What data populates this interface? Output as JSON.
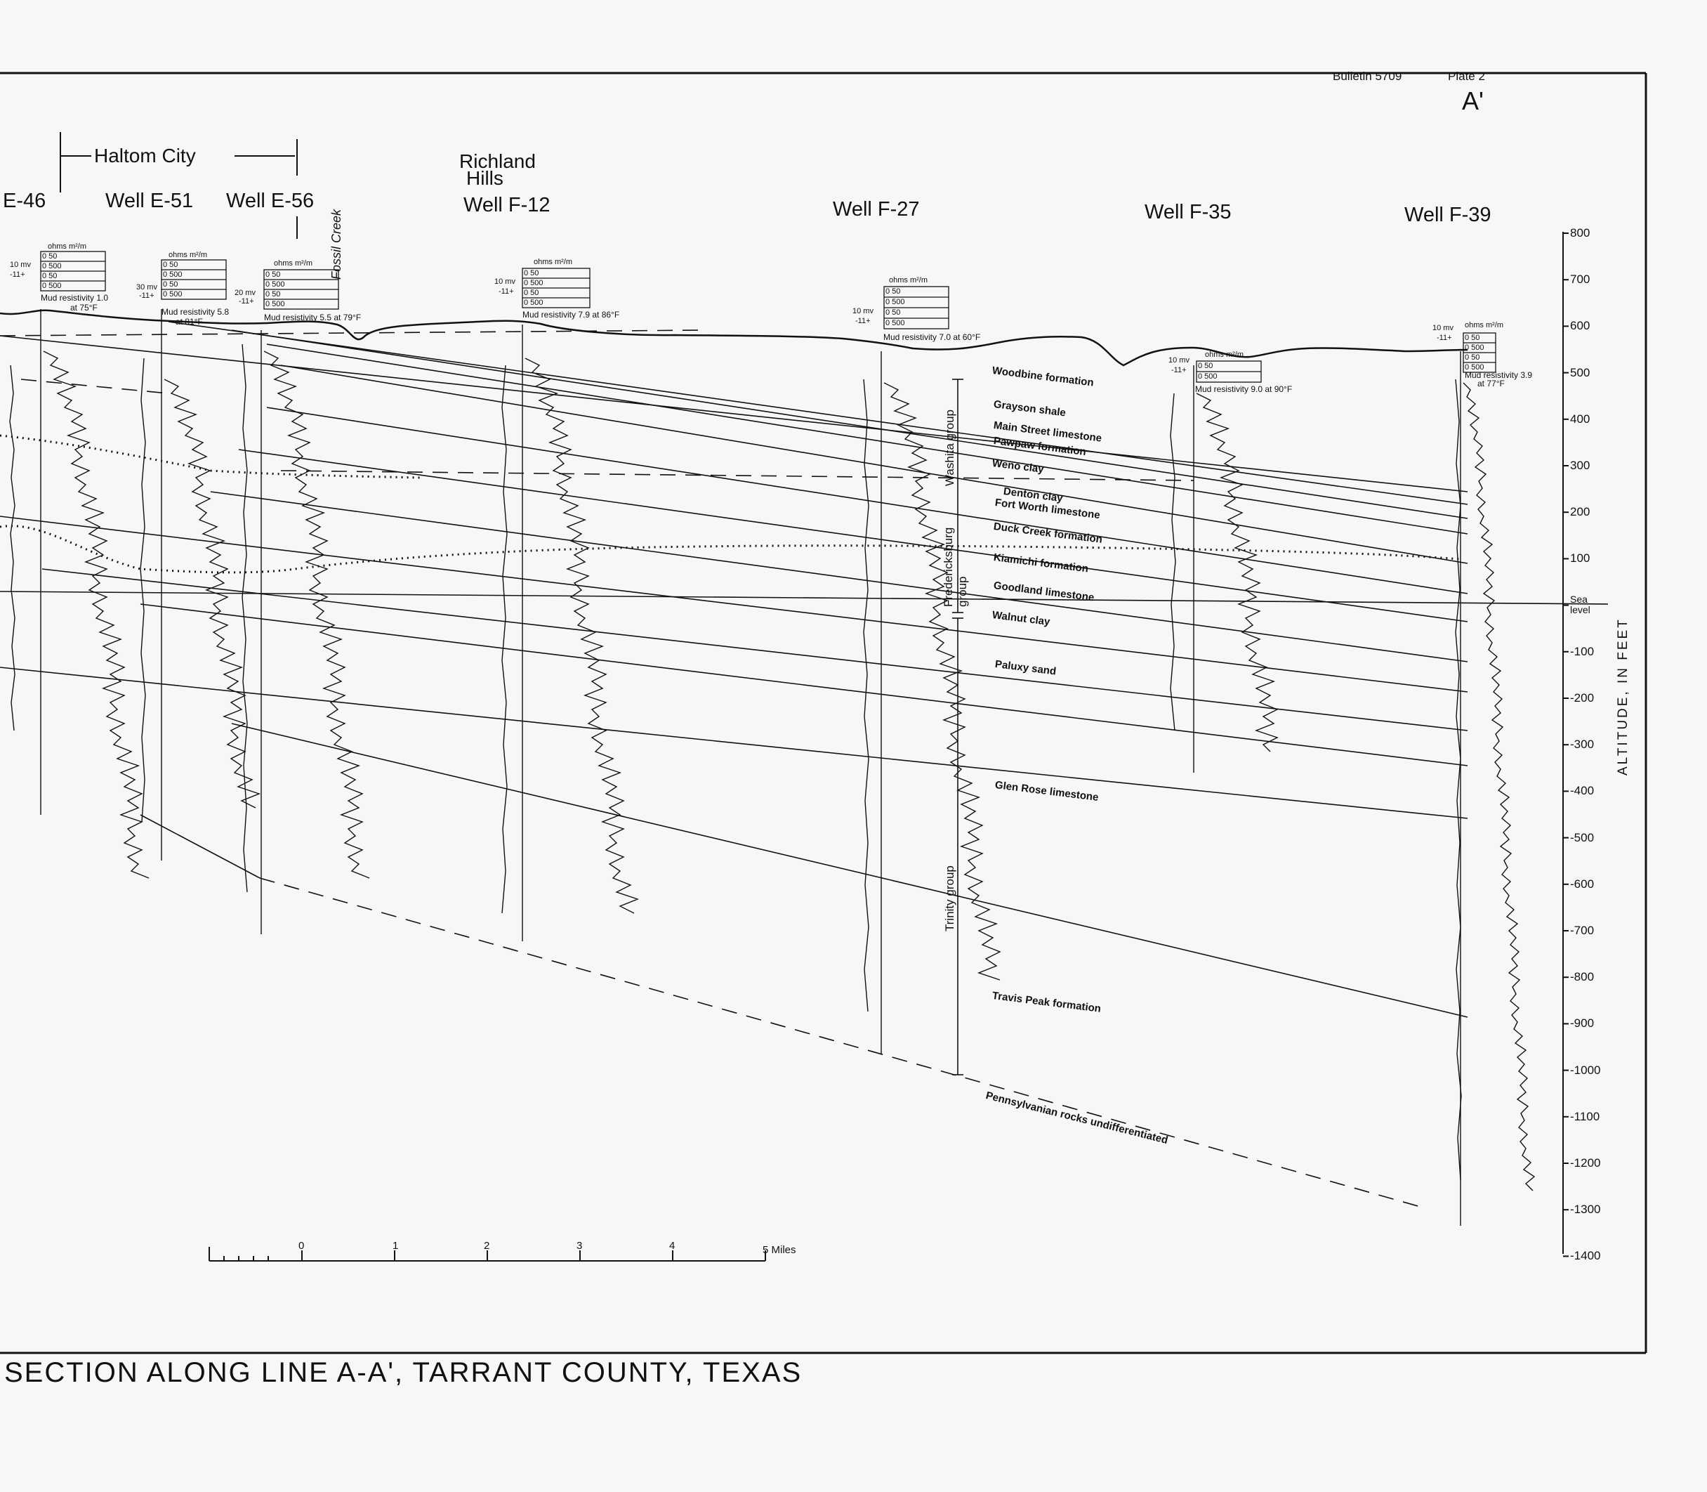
{
  "header": {
    "bulletin": "Bulletin 5709",
    "plate": "Plate 2",
    "section_end": "A'"
  },
  "towns": {
    "haltom": "Haltom City",
    "richland_1": "Richland",
    "richland_2": "Hills"
  },
  "wells": [
    {
      "id": "e46",
      "name": "E-46",
      "mv": [
        "10 mv",
        "-11+"
      ],
      "scales": [
        "0 50",
        "0 500",
        "0 50",
        "0 500"
      ],
      "mud": "Mud resistivity 1.0",
      "mud_temp": "at 75°F"
    },
    {
      "id": "e51",
      "name": "Well E-51",
      "mv": [
        "30 mv",
        "-11+"
      ],
      "scales": [
        "0 50",
        "0 500",
        "0 50",
        "0 500"
      ],
      "mud": "Mud resistivity 5.8",
      "mud_temp": "at 81°F"
    },
    {
      "id": "e56",
      "name": "Well E-56",
      "mv": [
        "20 mv",
        "-11+"
      ],
      "scales": [
        "0 50",
        "0 500",
        "0 50",
        "0 500"
      ],
      "mud": "Mud resistivity 5.5 at 79°F",
      "mud_temp": ""
    },
    {
      "id": "f12",
      "name": "Well F-12",
      "mv": [
        "10 mv",
        "-11+"
      ],
      "scales": [
        "0 50",
        "0 500",
        "0 50",
        "0 500"
      ],
      "mud": "Mud resistivity 7.9 at 86°F",
      "mud_temp": ""
    },
    {
      "id": "f27",
      "name": "Well F-27",
      "mv": [
        "10 mv",
        "-11+"
      ],
      "scales": [
        "0 50",
        "0 500",
        "0 50",
        "0 500"
      ],
      "mud": "Mud resistivity 7.0 at 60°F",
      "mud_temp": ""
    },
    {
      "id": "f35",
      "name": "Well F-35",
      "mv": [
        "10 mv",
        "-11+"
      ],
      "scales": [
        "0 50",
        "0 500"
      ],
      "mud": "Mud resistivity 9.0 at 90°F",
      "mud_temp": ""
    },
    {
      "id": "f39",
      "name": "Well F-39",
      "mv": [
        "10 mv",
        "-11+"
      ],
      "scales": [
        "0 50",
        "0 500",
        "0 50",
        "0 500"
      ],
      "mud": "Mud resistivity 3.9",
      "mud_temp": "at 77°F"
    }
  ],
  "log_units": "ohms m²/m",
  "stream_label": "Fossil Creek",
  "formations": {
    "woodbine": "Woodbine formation",
    "grayson": "Grayson shale",
    "main_street": "Main Street limestone",
    "pawpaw": "Pawpaw formation",
    "weno": "Weno clay",
    "denton": "Denton clay",
    "fort_worth": "Fort Worth limestone",
    "duck_creek": "Duck Creek formation",
    "kiamichi": "Kiamichi formation",
    "goodland": "Goodland limestone",
    "walnut": "Walnut clay",
    "paluxy": "Paluxy sand",
    "glen_rose": "Glen Rose limestone",
    "travis_peak": "Travis Peak formation",
    "pennsylvanian": "Pennsylvanian rocks undifferentiated"
  },
  "groups": {
    "washita": "Washita group",
    "fredericksburg_1": "Fredericksburg",
    "fredericksburg_2": "group",
    "trinity": "Trinity group"
  },
  "altitude_axis": {
    "label": "ALTITUDE, IN FEET",
    "ticks": [
      "800",
      "700",
      "600",
      "500",
      "400",
      "300",
      "200",
      "100",
      "Sea level",
      "-100",
      "-200",
      "-300",
      "-400",
      "-500",
      "-600",
      "-700",
      "-800",
      "-900",
      "-1000",
      "-1100",
      "-1200",
      "-1300",
      "-1400"
    ]
  },
  "scale_bar": {
    "labels": [
      "0",
      "1",
      "2",
      "3",
      "4",
      "5 Miles"
    ]
  },
  "title": "SECTION ALONG LINE A-A', TARRANT COUNTY, TEXAS"
}
